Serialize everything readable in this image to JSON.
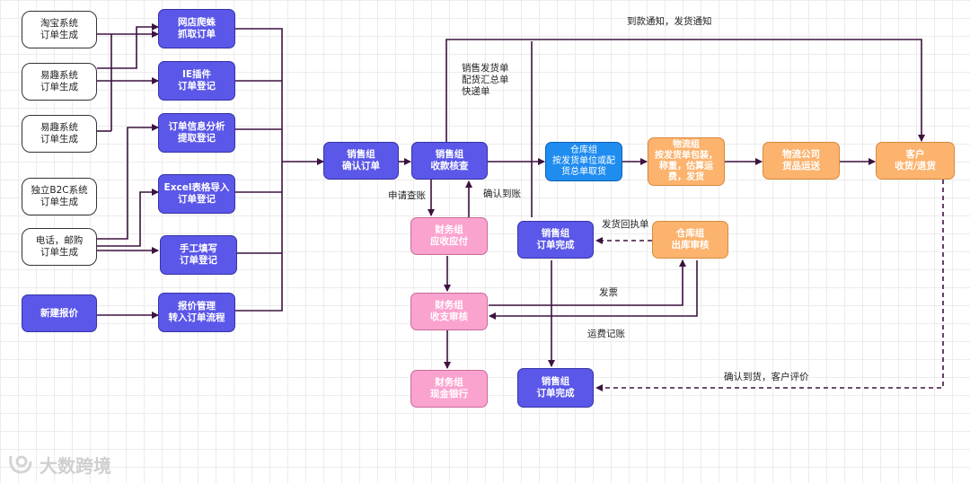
{
  "nodes": {
    "taobao": "淘宝系统\n订单生成",
    "yiqu1": "易趣系统\n订单生成",
    "yiqu2": "易趣系统\n订单生成",
    "b2c": "独立B2C系统\n订单生成",
    "phone": "电话，邮购\n订单生成",
    "new_quote": "新建报价",
    "crawler": "网店爬蛛\n抓取订单",
    "ie_plugin": "IE插件\n订单登记",
    "info_analysis": "订单信息分析\n提取登记",
    "excel_import": "Excel表格导入\n订单登记",
    "manual": "手工填写\n订单登记",
    "quote_mgmt": "报价管理\n转入订单流程",
    "sales_confirm": "销售组\n确认订单",
    "sales_collect": "销售组\n收款核查",
    "warehouse_pick": "仓库组\n按发货单位或配\n货总单取货",
    "logistics": "物流组\n按发货单包装，\n称重，估算运\n费，发货",
    "courier": "物流公司\n货品运送",
    "customer": "客户\n收货/退货",
    "finance_ar": "财务组\n应收应付",
    "sales_done1": "销售组\n订单完成",
    "warehouse_out": "仓库组\n出库审核",
    "finance_audit": "财务组\n收支审核",
    "finance_bank": "财务组\n现金银行",
    "sales_done2": "销售组\n订单完成"
  },
  "labels": {
    "notify": "到款通知，发货通知",
    "docs": "销售发货单\n配货汇总单\n快递单",
    "check_account": "申请查账",
    "confirm_payment": "确认到账",
    "receipt": "发货回执单",
    "invoice": "发票",
    "freight": "运费记账",
    "confirm_arrival": "确认到货，客户评价"
  },
  "watermark": "大数跨境",
  "colors": {
    "purple": "#5b57e8",
    "pink": "#fba3cf",
    "orange": "#fbb36e",
    "blue": "#1f8cf0",
    "line": "#3d1240"
  }
}
